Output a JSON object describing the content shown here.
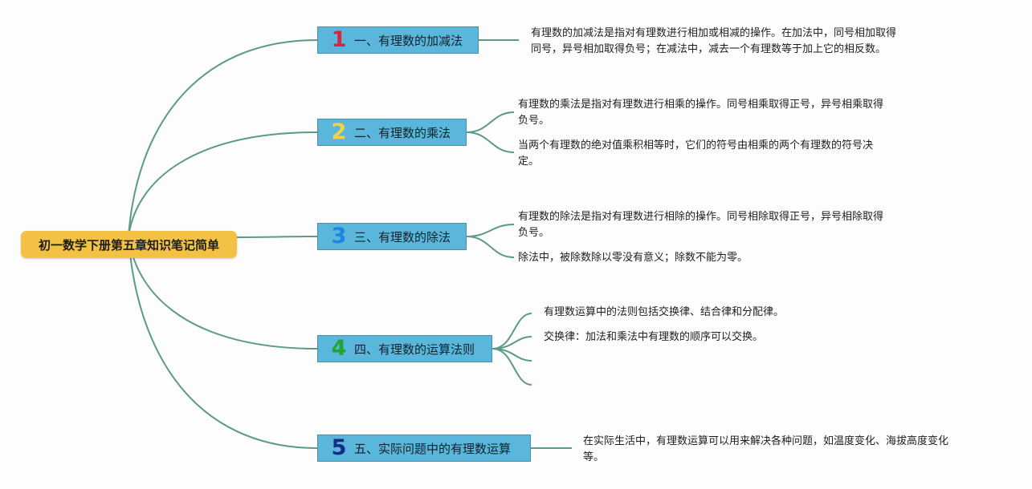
{
  "root": {
    "label": "初一数学下册第五章知识笔记简单"
  },
  "branches": [
    {
      "number": "1",
      "number_color": "#d5263d",
      "label": "一、有理数的加减法",
      "notes": [
        {
          "lines": [
            "有理数的加减法是指对有理数进行相加或相减的操作。在加法中，同号相加取得",
            "同号，异号相加取得负号；在减法中，减去一个有理数等于加上它的相反数。"
          ]
        }
      ]
    },
    {
      "number": "2",
      "number_color": "#f1d24a",
      "label": "二、有理数的乘法",
      "notes": [
        {
          "lines": [
            "有理数的乘法是指对有理数进行相乘的操作。同号相乘取得正号，异号相乘取得",
            "负号。"
          ]
        },
        {
          "lines": [
            "当两个有理数的绝对值乘积相等时，它们的符号由相乘的两个有理数的符号决",
            "定。"
          ]
        }
      ]
    },
    {
      "number": "3",
      "number_color": "#1b86e0",
      "label": "三、有理数的除法",
      "notes": [
        {
          "lines": [
            "有理数的除法是指对有理数进行相除的操作。同号相除取得正号，异号相除取得",
            "负号。"
          ]
        },
        {
          "lines": [
            "除法中，被除数除以零没有意义；除数不能为零。"
          ]
        }
      ]
    },
    {
      "number": "4",
      "number_color": "#22a23c",
      "label": "四、有理数的运算法则",
      "notes": [
        {
          "lines": [
            "有理数运算中的法则包括交换律、结合律和分配律。"
          ]
        },
        {
          "lines": [
            "交换律：加法和乘法中有理数的顺序可以交换。"
          ]
        },
        {
          "lines": [
            ""
          ]
        },
        {
          "lines": [
            ""
          ]
        }
      ]
    },
    {
      "number": "5",
      "number_color": "#152c86",
      "label": "五、实际问题中的有理数运算",
      "notes": [
        {
          "lines": [
            "在实际生活中，有理数运算可以用来解决各种问题，如温度变化、海拔高度变化",
            "等。"
          ]
        }
      ]
    }
  ],
  "colors": {
    "root_fill": "#f3c244",
    "branch_fill": "#5ab6da",
    "connector": "#5b9a86"
  }
}
